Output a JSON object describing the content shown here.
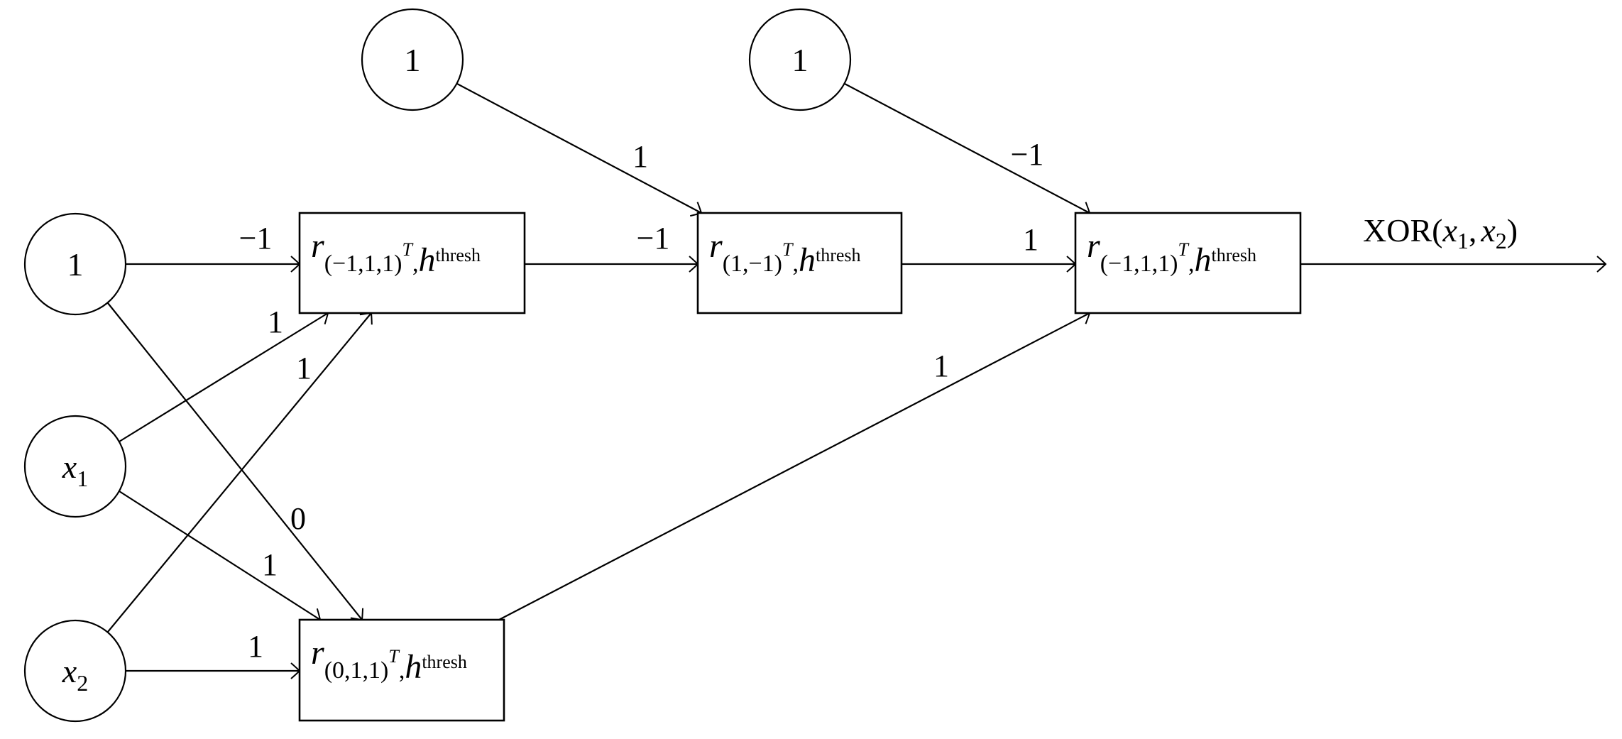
{
  "diagram": {
    "title": "",
    "nodes": [
      {
        "id": "bias_in",
        "kind": "input",
        "label": "1"
      },
      {
        "id": "x1",
        "kind": "input",
        "label": "x",
        "subscript": "1"
      },
      {
        "id": "x2",
        "kind": "input",
        "label": "x",
        "subscript": "2"
      },
      {
        "id": "bias_top1",
        "kind": "bias",
        "label": "1"
      },
      {
        "id": "bias_top2",
        "kind": "bias",
        "label": "1"
      },
      {
        "id": "nA",
        "kind": "neuron",
        "main": "r",
        "sub": "(−1,1,1)",
        "sub_sup": "T",
        "sep": ",",
        "h": "h",
        "h_sup": "thresh"
      },
      {
        "id": "nB",
        "kind": "neuron",
        "main": "r",
        "sub": "(1,−1)",
        "sub_sup": "T",
        "sep": ",",
        "h": "h",
        "h_sup": "thresh"
      },
      {
        "id": "nC",
        "kind": "neuron",
        "main": "r",
        "sub": "(−1,1,1)",
        "sub_sup": "T",
        "sep": ",",
        "h": "h",
        "h_sup": "thresh"
      },
      {
        "id": "nD",
        "kind": "neuron",
        "main": "r",
        "sub": "(0,1,1)",
        "sub_sup": "T",
        "sep": ",",
        "h": "h",
        "h_sup": "thresh"
      }
    ],
    "edges": [
      {
        "from": "bias_in",
        "to": "nA",
        "weight": "−1"
      },
      {
        "from": "x1",
        "to": "nA",
        "weight": "1"
      },
      {
        "from": "x2",
        "to": "nA",
        "weight": "1"
      },
      {
        "from": "bias_in",
        "to": "nD",
        "weight": "0"
      },
      {
        "from": "x1",
        "to": "nD",
        "weight": "1"
      },
      {
        "from": "x2",
        "to": "nD",
        "weight": "1"
      },
      {
        "from": "bias_top1",
        "to": "nB",
        "weight": "1"
      },
      {
        "from": "nA",
        "to": "nB",
        "weight": "−1"
      },
      {
        "from": "bias_top2",
        "to": "nC",
        "weight": "−1"
      },
      {
        "from": "nB",
        "to": "nC",
        "weight": "1"
      },
      {
        "from": "nD",
        "to": "nC",
        "weight": "1"
      }
    ],
    "output": {
      "label_fn": "XOR",
      "args": [
        {
          "name": "x",
          "sub": "1"
        },
        {
          "name": "x",
          "sub": "2"
        }
      ],
      "open": "(",
      "comma": ",",
      "close": ")"
    }
  }
}
